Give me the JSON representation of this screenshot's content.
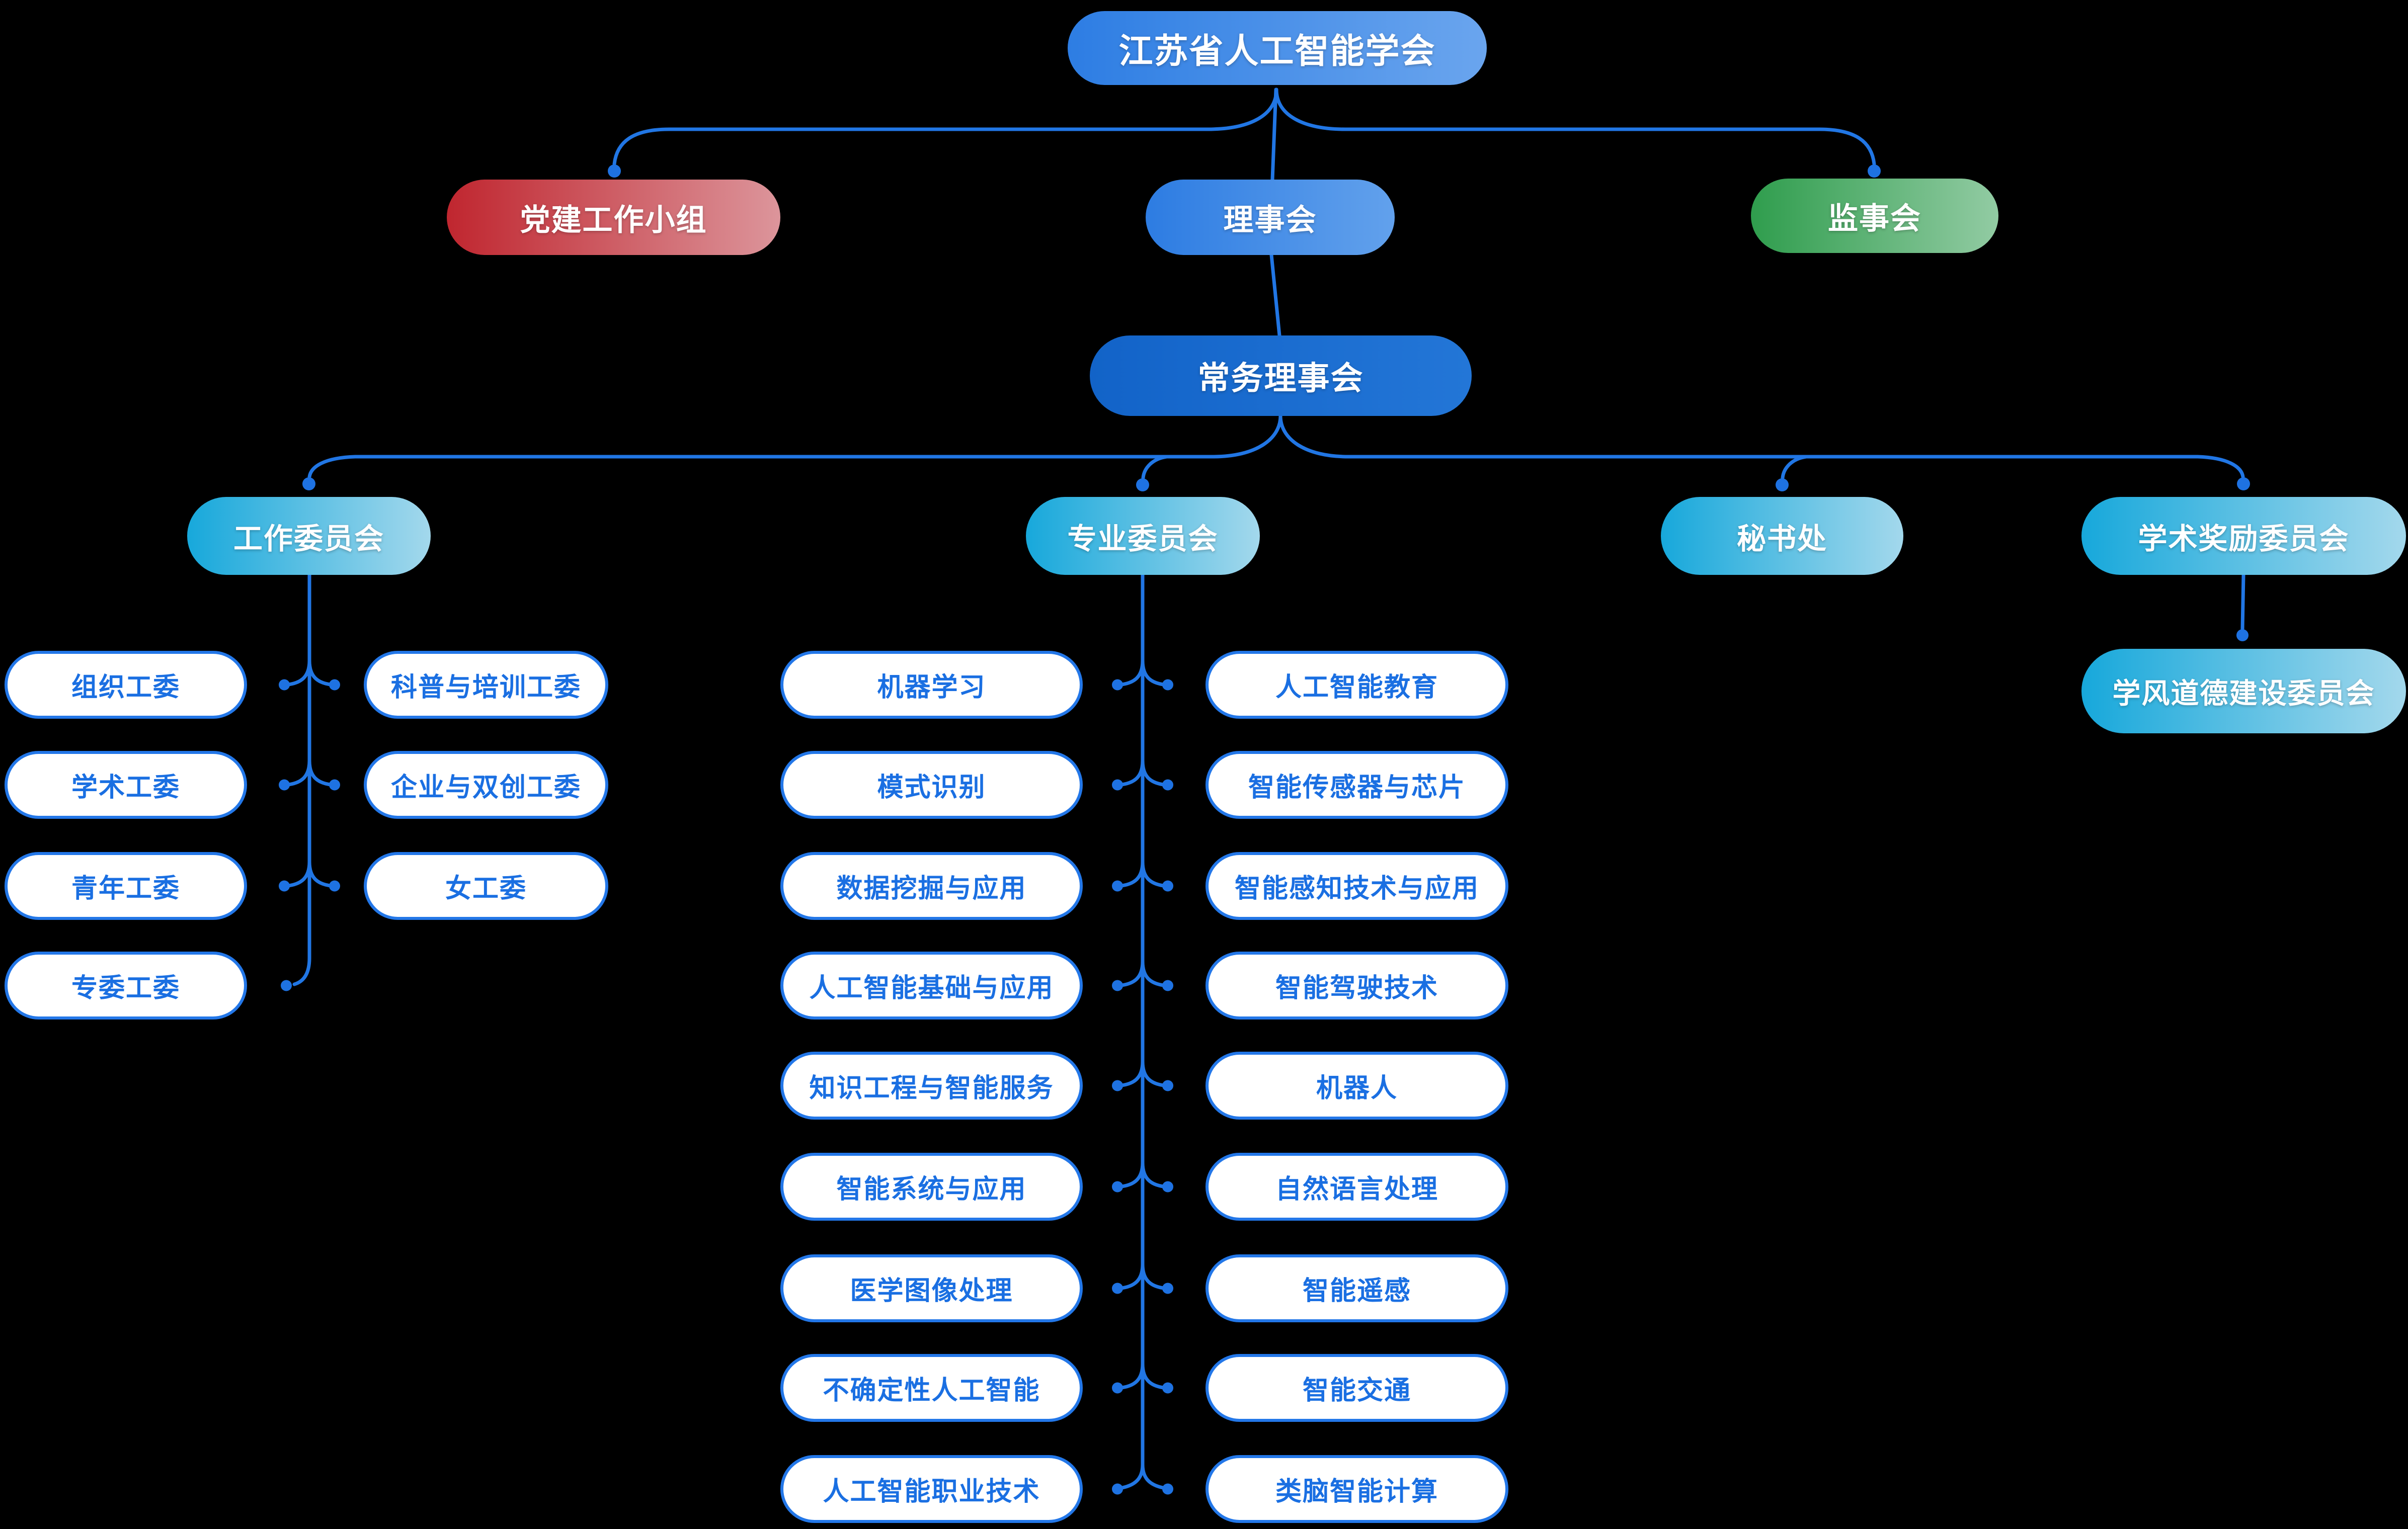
{
  "colors": {
    "background": "#000000",
    "line": "#2176e4",
    "dot": "#1e72e2",
    "leaf_border": "#2377e8",
    "leaf_text": "#1a6fe2",
    "leaf_bg": "#ffffff",
    "node_text": "#ffffff",
    "root_gradient": [
      "#2d7de3",
      "#6aa5ee"
    ],
    "party_gradient": [
      "#c0262f",
      "#dc959b"
    ],
    "council_gradient": [
      "#2d7ce2",
      "#62a1ec"
    ],
    "supervisory_gradient": [
      "#2f9d4d",
      "#92cba3"
    ],
    "standing_gradient": [
      "#1263c8",
      "#2376d7"
    ],
    "committee_gradient": [
      "#17a8db",
      "#a3d8ec"
    ]
  },
  "nodes": {
    "root": "江苏省人工智能学会",
    "party_group": "党建工作小组",
    "council": "理事会",
    "supervisory_board": "监事会",
    "standing_council": "常务理事会",
    "work_committee": "工作委员会",
    "professional_committee": "专业委员会",
    "secretariat": "秘书处",
    "academic_award_committee": "学术奖励委员会",
    "academic_ethics_committee": "学风道德建设委员会"
  },
  "work_committee_children": {
    "left": [
      "组织工委",
      "学术工委",
      "青年工委",
      "专委工委"
    ],
    "right": [
      "科普与培训工委",
      "企业与双创工委",
      "女工委"
    ]
  },
  "professional_committee_children": {
    "left": [
      "机器学习",
      "模式识别",
      "数据挖掘与应用",
      "人工智能基础与应用",
      "知识工程与智能服务",
      "智能系统与应用",
      "医学图像处理",
      "不确定性人工智能",
      "人工智能职业技术"
    ],
    "right": [
      "人工智能教育",
      "智能传感器与芯片",
      "智能感知技术与应用",
      "智能驾驶技术",
      "机器人",
      "自然语言处理",
      "智能遥感",
      "智能交通",
      "类脑智能计算"
    ]
  }
}
